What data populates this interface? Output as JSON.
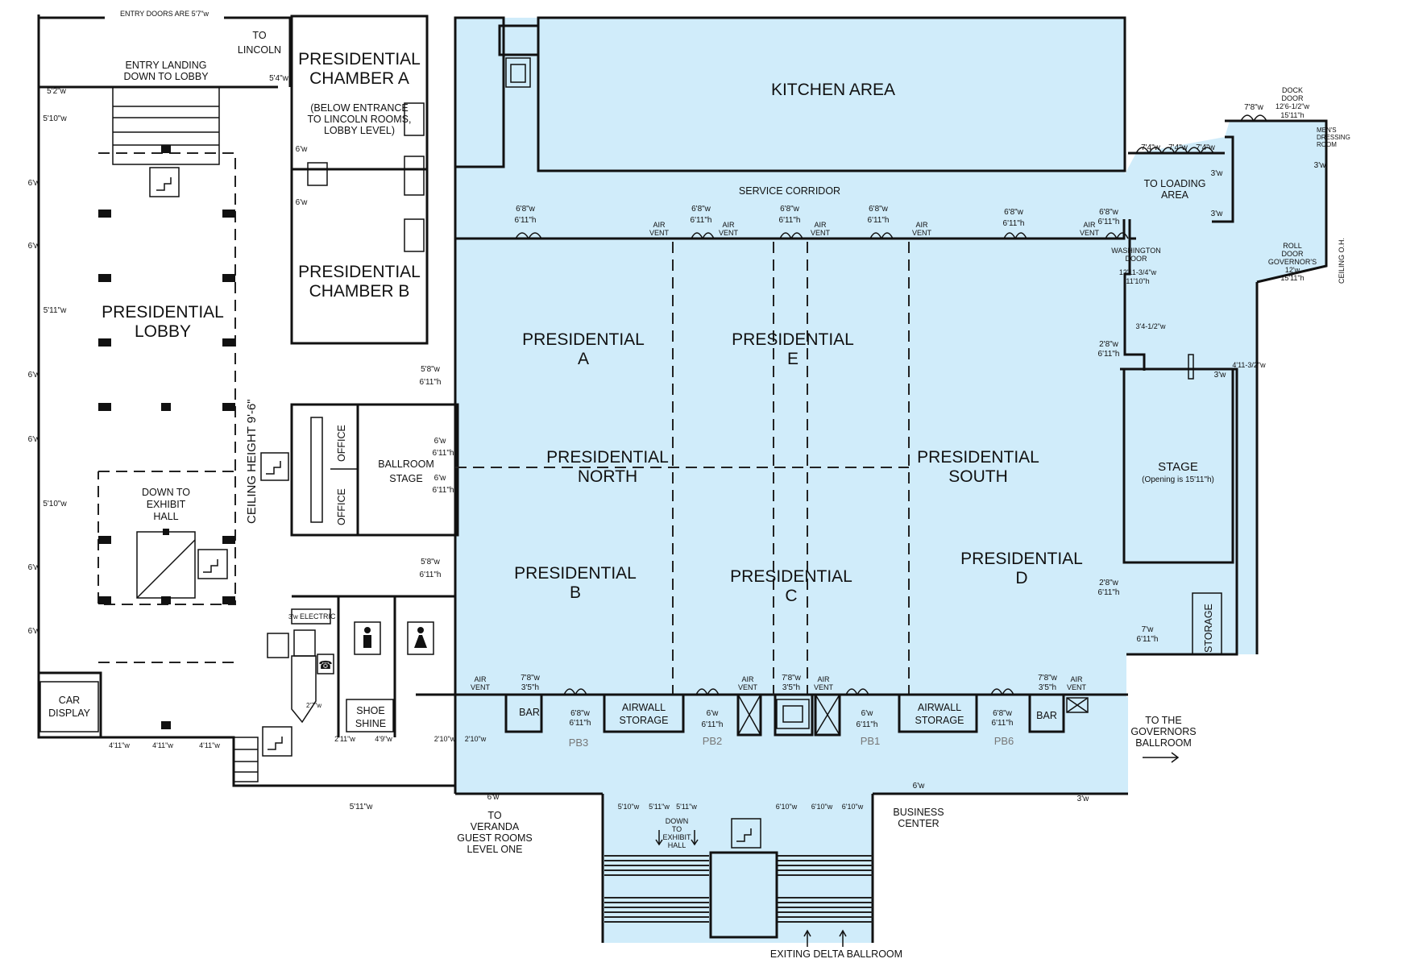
{
  "colors": {
    "highlight": "#d0ecfa",
    "wall": "#111111",
    "pb_label": "#777777"
  },
  "labels": {
    "entry_doors": "ENTRY DOORS ARE 5'7\"w",
    "to_lincoln": [
      "TO",
      "LINCOLN"
    ],
    "entry_landing": [
      "ENTRY LANDING",
      "DOWN TO LOBBY"
    ],
    "pres_chamber_a": [
      "PRESIDENTIAL",
      "CHAMBER A"
    ],
    "chamber_a_note": [
      "(BELOW ENTRANCE",
      "TO LINCOLN ROOMS,",
      "LOBBY LEVEL)"
    ],
    "pres_chamber_b": [
      "PRESIDENTIAL",
      "CHAMBER B"
    ],
    "pres_lobby": [
      "PRESIDENTIAL",
      "LOBBY"
    ],
    "ceiling_height": "CEILING HEIGHT 9'-6\"",
    "down_to_exhibit_hall": [
      "DOWN TO",
      "EXHIBIT",
      "HALL"
    ],
    "car_display": [
      "CAR",
      "DISPLAY"
    ],
    "kitchen": "KITCHEN AREA",
    "service_corridor": "SERVICE CORRIDOR",
    "to_loading_area": [
      "TO LOADING",
      "AREA"
    ],
    "dock_door": [
      "DOCK",
      "DOOR",
      "12'6-1/2\"w",
      "15'11\"h"
    ],
    "mens_dressing": [
      "MEN'S",
      "DRESSING",
      "ROOM"
    ],
    "washington_door": [
      "WASHINGTON",
      "DOOR"
    ],
    "washington_dims": [
      "12'11-3/4\"w",
      "11'10\"h"
    ],
    "roll_door": [
      "ROLL",
      "DOOR",
      "GOVERNOR'S",
      "12'w",
      "15'11\"h"
    ],
    "ceiling_oh": "CEILING O.H.",
    "pres_a": [
      "PRESIDENTIAL",
      "A"
    ],
    "pres_e": [
      "PRESIDENTIAL",
      "E"
    ],
    "pres_north": [
      "PRESIDENTIAL",
      "NORTH"
    ],
    "pres_south": [
      "PRESIDENTIAL",
      "SOUTH"
    ],
    "pres_b": [
      "PRESIDENTIAL",
      "B"
    ],
    "pres_c": [
      "PRESIDENTIAL",
      "C"
    ],
    "pres_d": [
      "PRESIDENTIAL",
      "D"
    ],
    "office": "OFFICE",
    "ballroom_stage": [
      "BALLROOM",
      "STAGE"
    ],
    "stage": "STAGE",
    "stage_note": "(Opening is 15'11\"h)",
    "storage": "STORAGE",
    "airwall_storage": [
      "AIRWALL",
      "STORAGE"
    ],
    "bar": "BAR",
    "electric": "ELECTRIC",
    "shoe_shine": [
      "SHOE",
      "SHINE"
    ],
    "air_vent": [
      "AIR",
      "VENT"
    ],
    "pb": [
      "PB3",
      "PB2",
      "PB1",
      "PB6"
    ],
    "to_governors": [
      "TO THE",
      "GOVERNORS",
      "BALLROOM"
    ],
    "to_veranda": [
      "TO",
      "VERANDA",
      "GUEST ROOMS",
      "LEVEL ONE"
    ],
    "business_center": [
      "BUSINESS",
      "CENTER"
    ],
    "down_to_exhibit_small": [
      "DOWN",
      "TO",
      "EXHIBIT",
      "HALL"
    ],
    "exiting_delta": "EXITING DELTA BALLROOM"
  },
  "dims": {
    "d_5_2": "5'2\"w",
    "d_5_4": "5'4\"w",
    "d_5_10": "5'10\"w",
    "d_5_11": "5'11\"w",
    "d_6w": "6'w",
    "d_3w": "3'w",
    "d_7_4": "7'4\"w",
    "d_7_8": "7'8\"w",
    "d_6_8": "6'8\"w",
    "d_6_11h": "6'11\"h",
    "d_5_8": "5'8\"w",
    "d_2_8": "2'8\"w",
    "d_7w": "7'w",
    "d_3_4": "3'4-1/2\"w",
    "d_4_11_3": "4'11-3/2\"w",
    "d_7_8b": "7'8\"w",
    "d_3_5h": "3'5\"h",
    "d_2_11": "2'11\"w",
    "d_4_9": "4'9\"w",
    "d_2_10": "2'10\"w",
    "d_4_11": "4'11\"w",
    "d_6_10": "6'10\"w",
    "d_5_10b": "5'10\"w",
    "d_3w_elec": "3'w",
    "d_2_7": "2'7\"w"
  }
}
